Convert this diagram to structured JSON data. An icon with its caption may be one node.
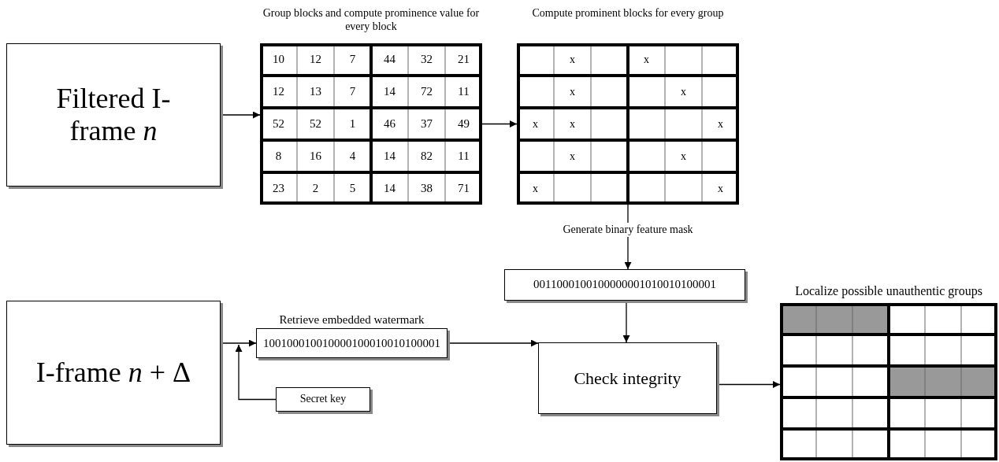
{
  "diagram": {
    "nodes": [
      {
        "text": [
          "Filtered I-frame *n*"
        ]
      },
      {
        "text": [
          "Group blocks and compute prominence value for every block"
        ]
      },
      {
        "text": [
          "Compute prominent blocks for every group"
        ]
      },
      {
        "text": [
          "0011000100100000001010010100001"
        ]
      },
      {
        "text": [
          "I-frame *n* + Δ"
        ]
      },
      {
        "text": [
          "Retrieve embedded watermark",
          "100100010010000100010010100001"
        ]
      },
      {
        "text": [
          "Secret key"
        ]
      },
      {
        "text": [
          "Check integrity"
        ]
      },
      {
        "text": [
          "Localize possible unauthentic groups"
        ]
      }
    ],
    "edges": [
      {
        "from": 0,
        "to": 1,
        "arrow": "to"
      },
      {
        "from": 1,
        "to": 2,
        "arrow": "to"
      },
      {
        "from": 2,
        "to": 3,
        "arrow": "to",
        "label": "Generate binary feature mask"
      },
      {
        "from": 3,
        "to": 7,
        "arrow": "to"
      },
      {
        "from": 4,
        "to": 5,
        "arrow": "to"
      },
      {
        "from": 6,
        "to": 5,
        "arrow": "to"
      },
      {
        "from": 5,
        "to": 7,
        "arrow": "to"
      },
      {
        "from": 7,
        "to": 8,
        "arrow": "to"
      }
    ],
    "labels": [
      "10",
      "12",
      "7",
      "44",
      "32",
      "21",
      "12",
      "13",
      "7",
      "14",
      "72",
      "11",
      "52",
      "52",
      "1",
      "46",
      "37",
      "49",
      "8",
      "16",
      "4",
      "14",
      "82",
      "11",
      "23",
      "2",
      "5",
      "14",
      "38",
      "71",
      "x",
      "x",
      "x",
      "x",
      "x",
      "x",
      "x",
      "x",
      "x",
      "x",
      "x"
    ]
  }
}
